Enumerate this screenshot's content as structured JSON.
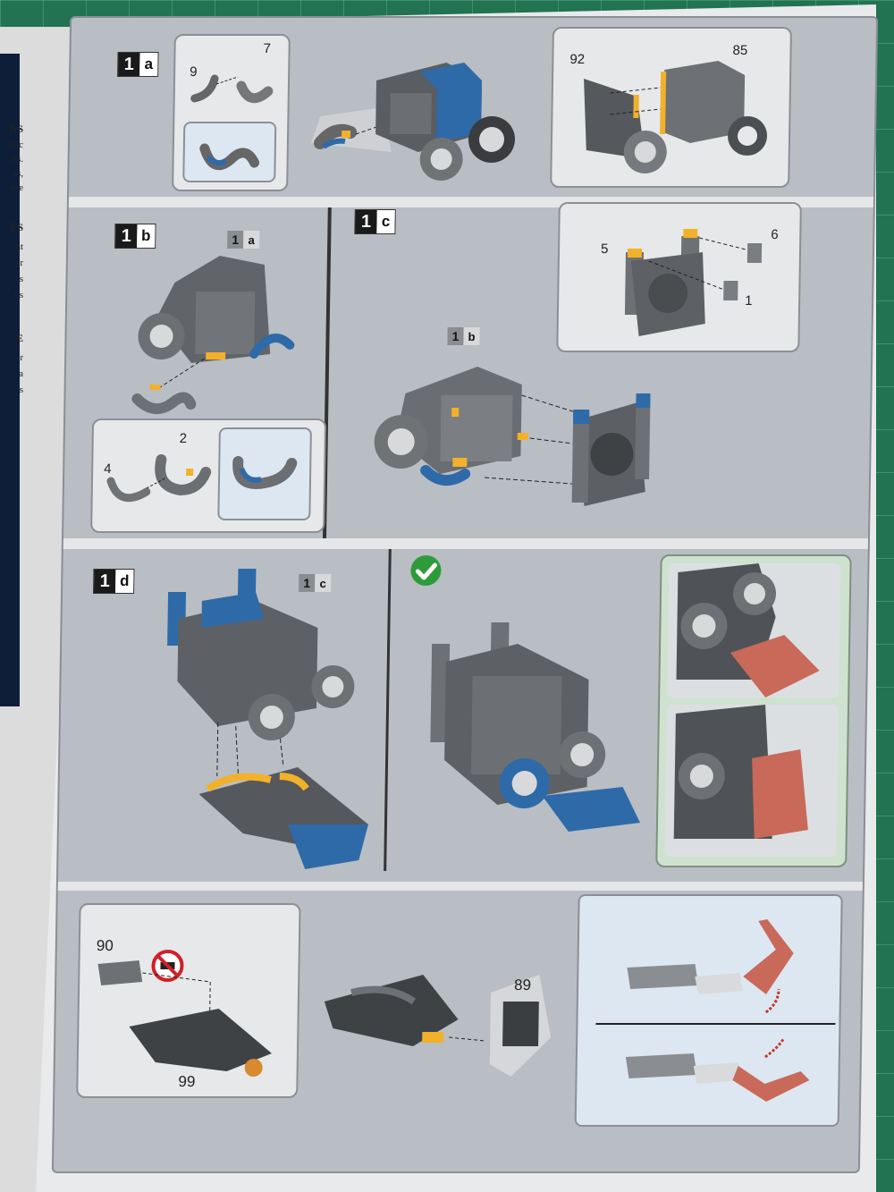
{
  "left_page": {
    "fragments": [
      "NS",
      "stic",
      "rts.",
      "rs,",
      "use",
      "ES",
      "nt",
      "ur",
      "es",
      "ns",
      "E",
      "r",
      "a",
      "s"
    ]
  },
  "steps": {
    "s1a": {
      "number": "1",
      "letter": "a",
      "parts": {
        "p9": "9",
        "p7": "7",
        "p92": "92",
        "p85": "85"
      }
    },
    "s1b": {
      "number": "1",
      "letter": "b",
      "ref": {
        "number": "1",
        "letter": "a"
      },
      "parts": {
        "p2": "2",
        "p4": "4"
      }
    },
    "s1c": {
      "number": "1",
      "letter": "c",
      "ref": {
        "number": "1",
        "letter": "b"
      },
      "parts": {
        "p5": "5",
        "p6": "6",
        "p1": "1"
      }
    },
    "s1d": {
      "number": "1",
      "letter": "d",
      "ref": {
        "number": "1",
        "letter": "c"
      },
      "parts": {
        "p90": "90",
        "p99": "99",
        "p89": "89"
      }
    }
  },
  "icons": {
    "check": "checkmark-icon",
    "prohibited": "no-glue-icon"
  },
  "colors": {
    "page": "#e9eaec",
    "panel": "#b3b8be",
    "accent_yellow": "#f2b12a",
    "part_blue": "#2f6aa8",
    "part_red": "#c8695a",
    "inset_green": "#cfe1cf",
    "inset_blue": "#dde7f1"
  }
}
